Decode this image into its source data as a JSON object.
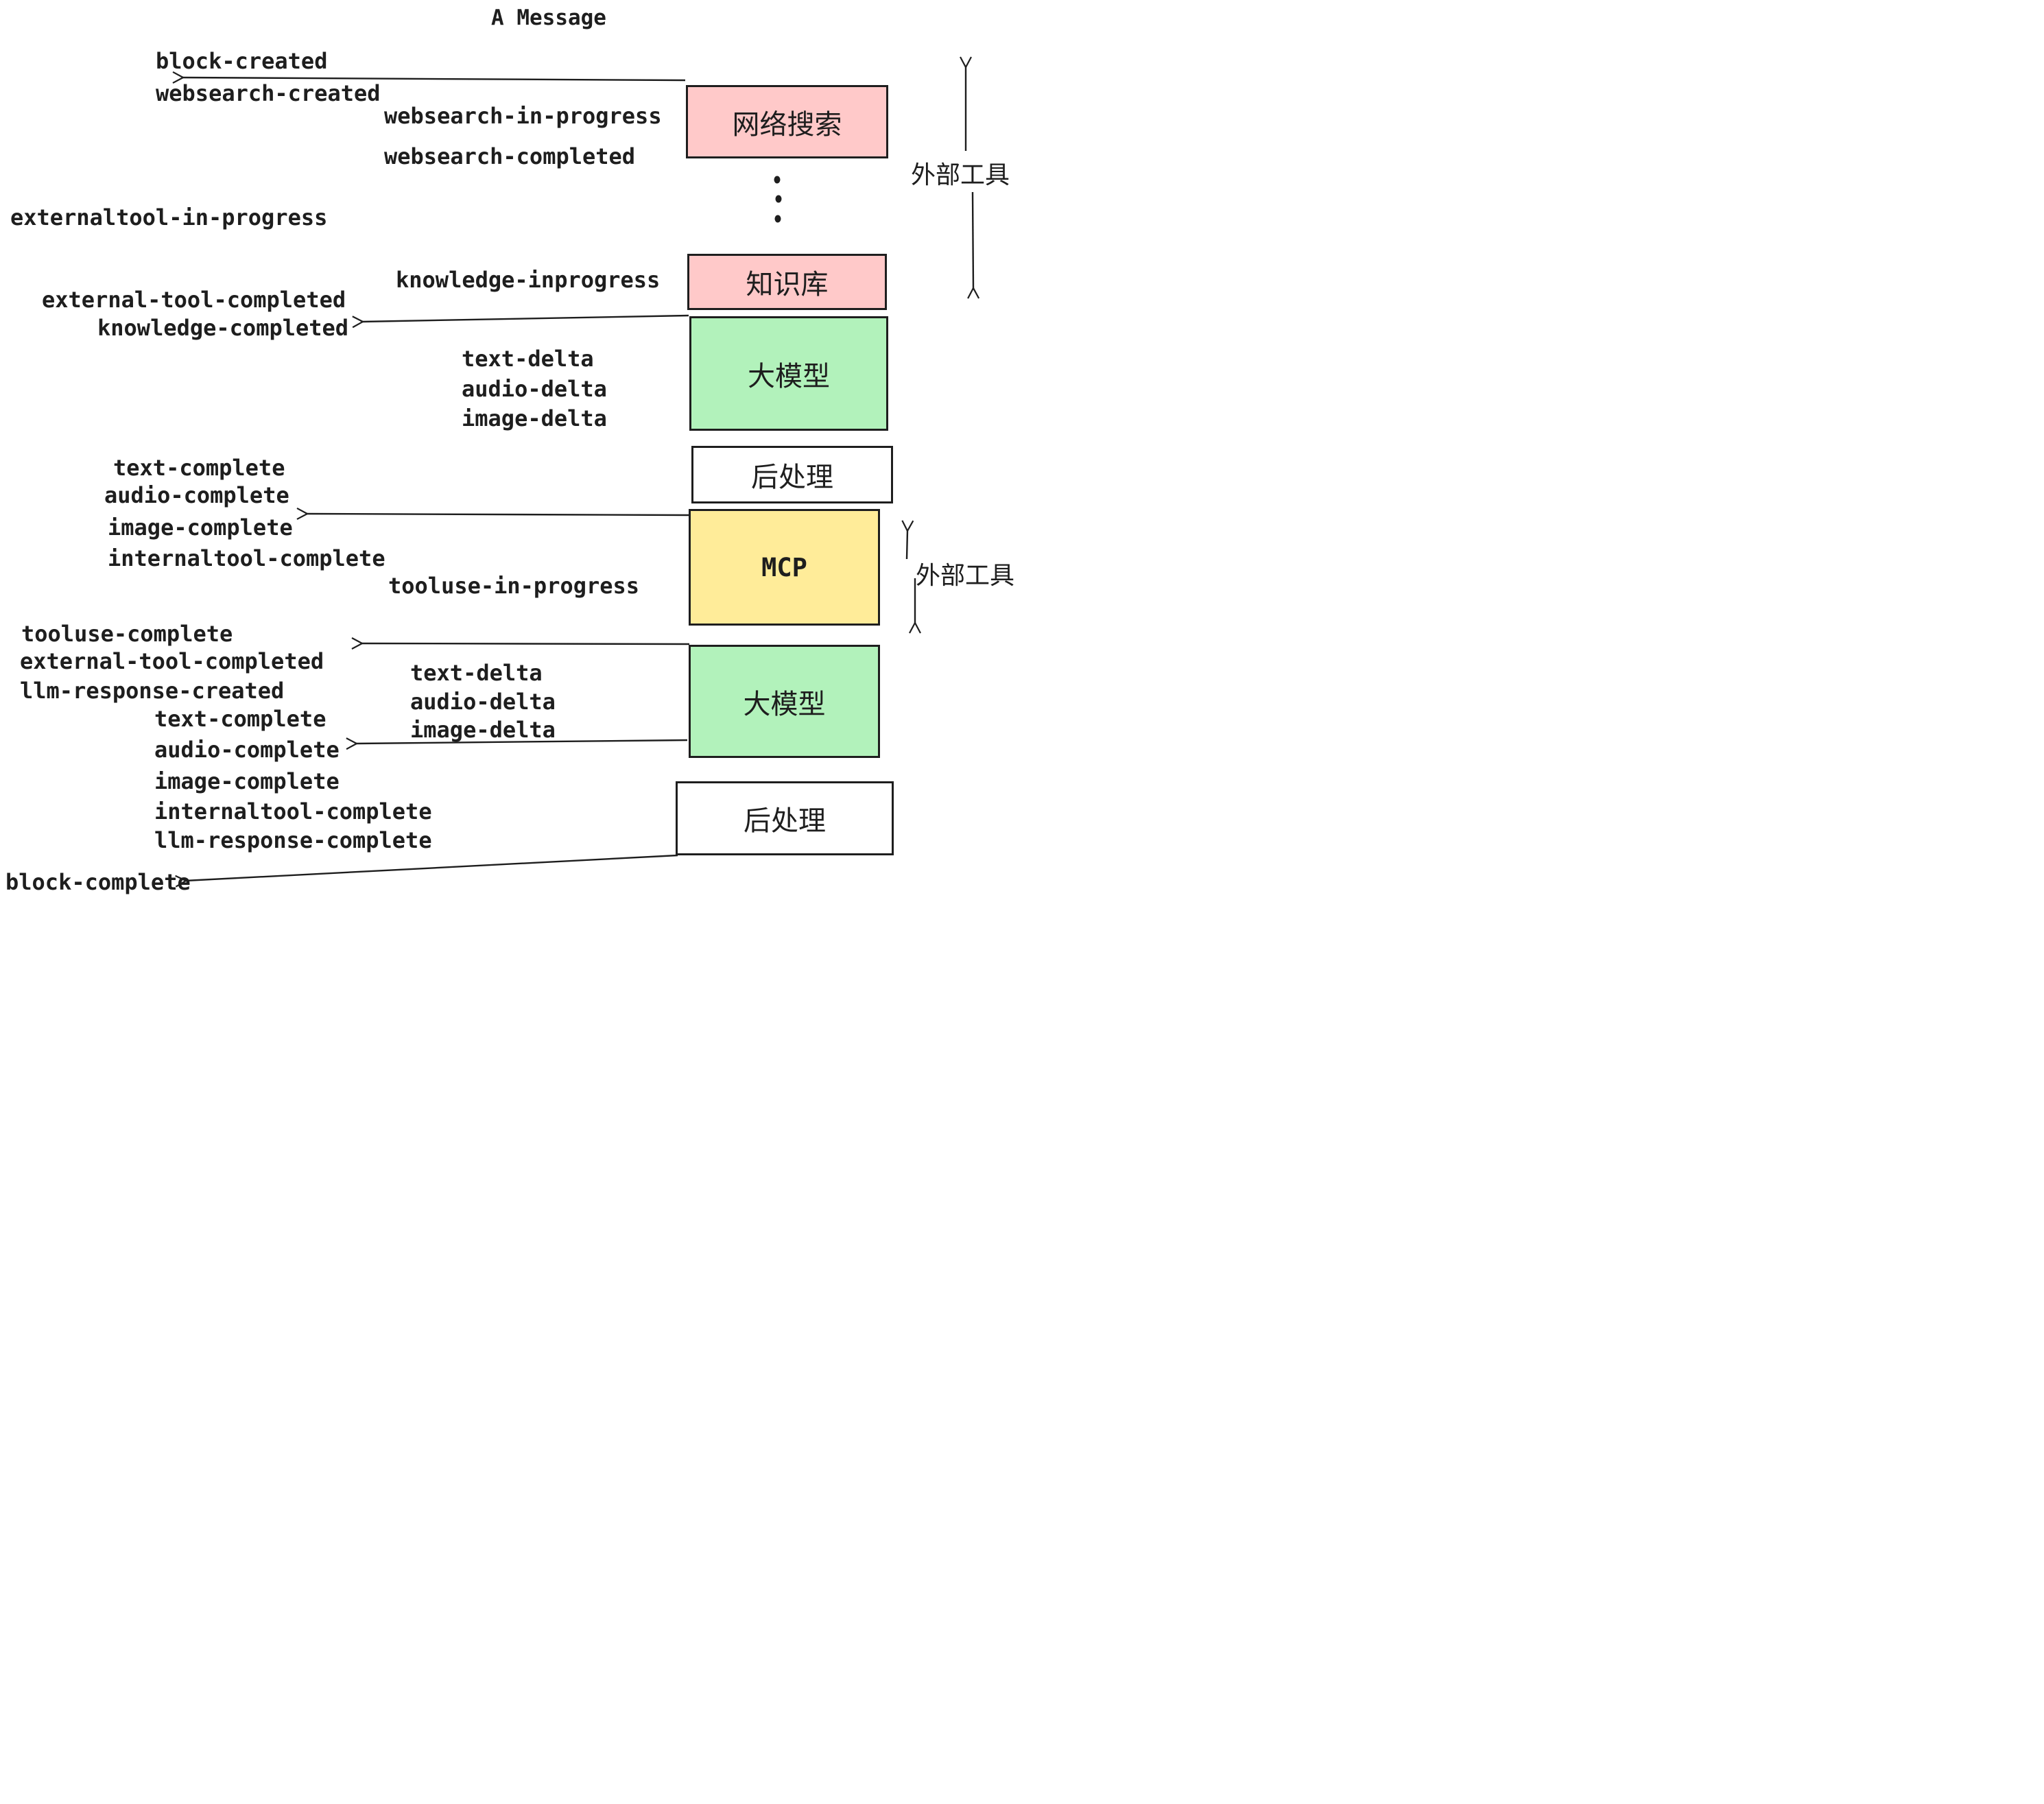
{
  "title": "A Message",
  "colors": {
    "pink": "#FFC9C9",
    "green": "#B2F2BB",
    "yellow": "#FFEC99",
    "stroke": "#1E1E1E",
    "background": "#FFFFFF"
  },
  "pipeline": {
    "websearch_box": "网络搜索",
    "knowledge_box": "知识库",
    "llm_box": "大模型",
    "postprocess_box": "后处理",
    "mcp_box": "MCP",
    "external_tools_label": "外部工具"
  },
  "events": {
    "block_created": "block-created",
    "websearch_created": "websearch-created",
    "websearch_in_progress": "websearch-in-progress",
    "websearch_completed": "websearch-completed",
    "externaltool_in_progress": "externaltool-in-progress",
    "knowledge_inprogress": "knowledge-inprogress",
    "external_tool_completed": "external-tool-completed",
    "knowledge_completed": "knowledge-completed",
    "text_delta": "text-delta",
    "audio_delta": "audio-delta",
    "image_delta": "image-delta",
    "text_complete": "text-complete",
    "audio_complete": "audio-complete",
    "image_complete": "image-complete",
    "internaltool_complete": "internaltool-complete",
    "tooluse_in_progress": "tooluse-in-progress",
    "tooluse_complete": "tooluse-complete",
    "llm_response_created": "llm-response-created",
    "llm_response_complete": "llm-response-complete",
    "block_complete": "block-complete"
  }
}
